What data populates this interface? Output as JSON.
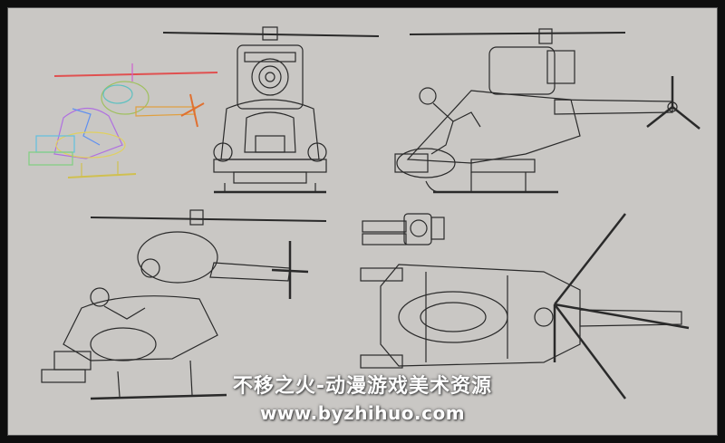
{
  "watermark": {
    "title": "不移之火-动漫游戏美术资源",
    "url": "www.byzhihuo.com"
  },
  "colors": {
    "background": "#c9c7c4",
    "border": "#0e0e0e",
    "linework": "#2a2a2a"
  },
  "icons": [
    "helicopter-color-sketch",
    "helicopter-front-view",
    "helicopter-side-view-with-pilot",
    "helicopter-three-quarter-view",
    "gatling-gun-detail",
    "helicopter-top-view"
  ]
}
